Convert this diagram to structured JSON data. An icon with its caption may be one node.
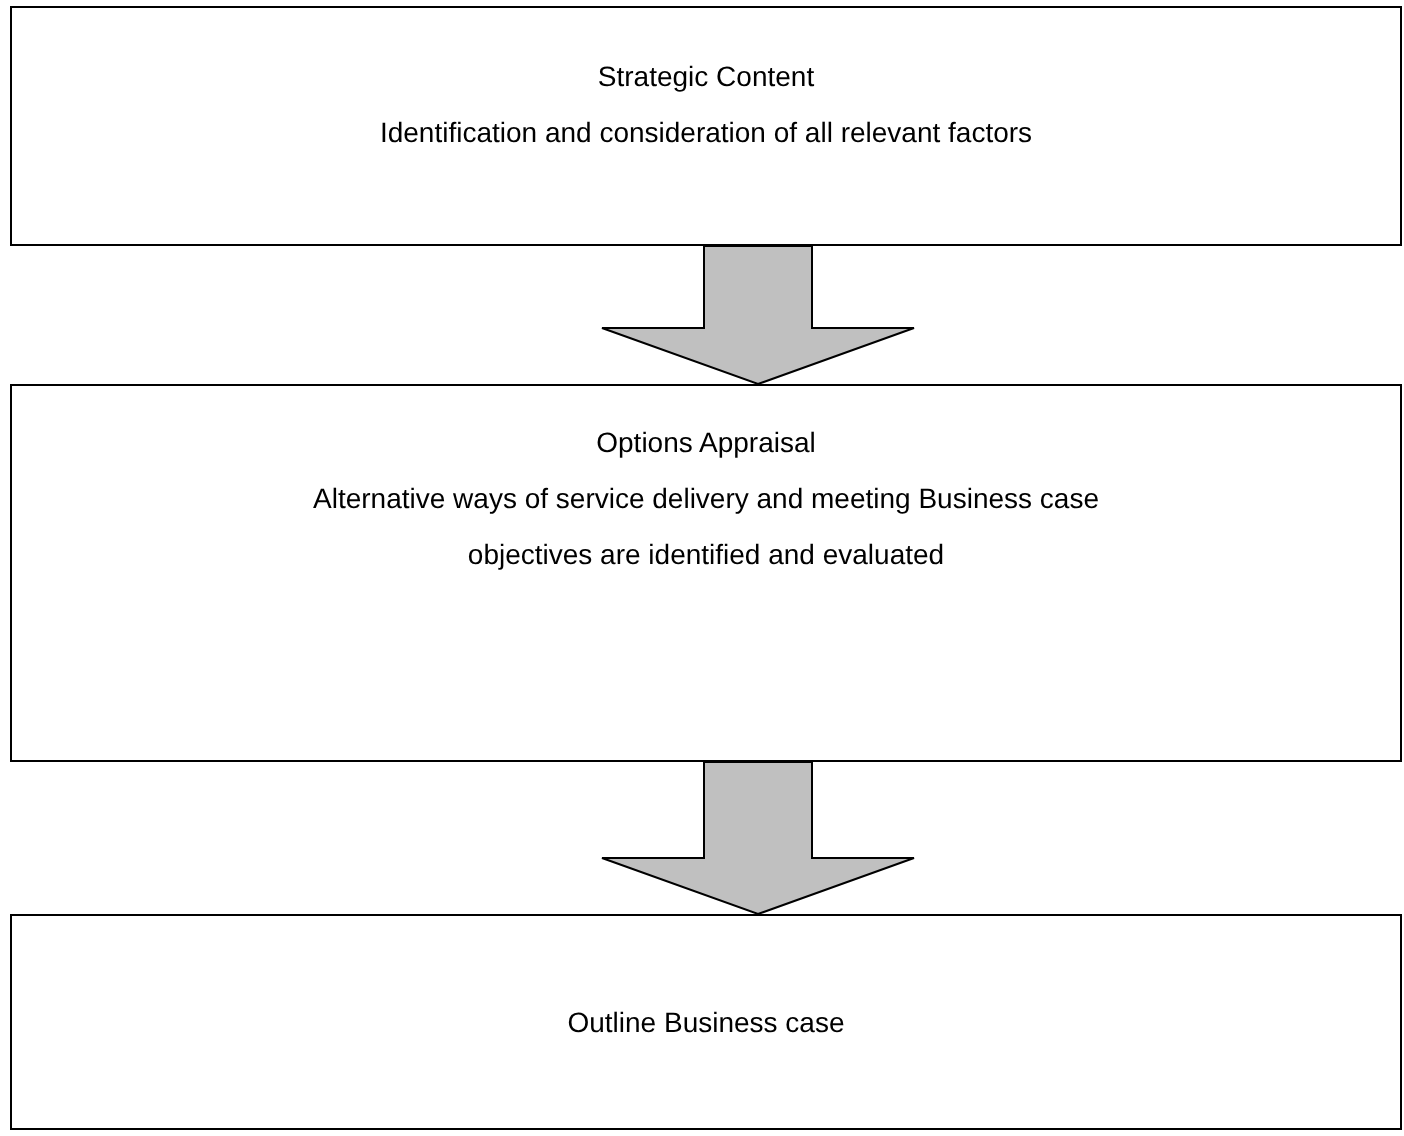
{
  "diagram": {
    "nodes": [
      {
        "text": [
          "Strategic Content",
          "Identification and consideration of all relevant factors"
        ]
      },
      {
        "text": [
          "Options Appraisal",
          "Alternative ways of service delivery and meeting Business case objectives are identified and evaluated"
        ]
      },
      {
        "text": [
          "Outline Business case"
        ]
      }
    ],
    "edges": [
      {
        "from": 0,
        "to": 1,
        "arrow": "to"
      },
      {
        "from": 1,
        "to": 2,
        "arrow": "to"
      }
    ]
  }
}
